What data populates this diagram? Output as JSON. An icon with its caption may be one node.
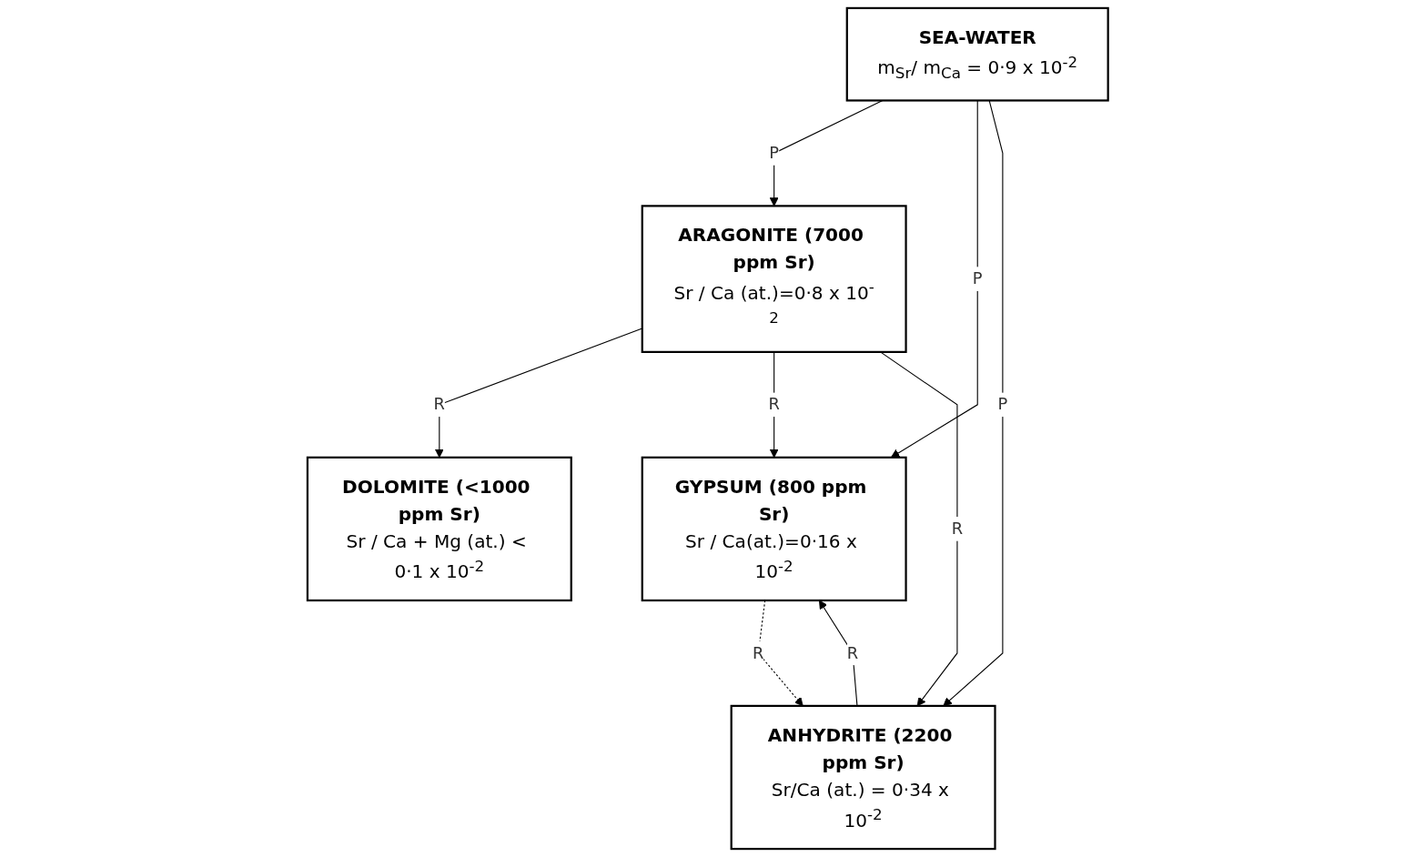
{
  "diagram": {
    "nodes": [
      {
        "text": [
          "SEA-WATER",
          "m$_{Sr}$/ m$_{Ca}$ = 0·9 x 10$^{-2}$"
        ]
      },
      {
        "text": [
          "ARAGONITE (7000 ppm Sr)",
          "Sr / Ca (at.)=0·8 x 10$^{-2}$"
        ]
      },
      {
        "text": [
          "DOLOMITE (<1000 ppm Sr)",
          "Sr / Ca + Mg (at.) < 0·1 x 10$^{-2}$"
        ]
      },
      {
        "text": [
          "GYPSUM (800 ppm Sr)",
          "Sr / Ca(at.)=0·16 x 10$^{-2}$"
        ]
      },
      {
        "text": [
          "ANHYDRITE (2200 ppm Sr)",
          "Sr/Ca (at.) = 0·34 x 10$^{-2}$"
        ]
      }
    ],
    "edges": [
      {
        "from": 0,
        "to": 1,
        "arrow": "to",
        "label": "P"
      },
      {
        "from": 0,
        "to": 3,
        "arrow": "to",
        "label": "P"
      },
      {
        "from": 0,
        "to": 4,
        "arrow": "to",
        "label": "P"
      },
      {
        "from": 1,
        "to": 2,
        "arrow": "to",
        "label": "R"
      },
      {
        "from": 1,
        "to": 3,
        "arrow": "to",
        "label": "R"
      },
      {
        "from": 1,
        "to": 4,
        "arrow": "to",
        "label": "R"
      },
      {
        "from": 3,
        "to": 4,
        "arrow": "to",
        "label": "R",
        "style": "dashed"
      },
      {
        "from": 4,
        "to": 3,
        "arrow": "to",
        "label": "R"
      }
    ]
  }
}
